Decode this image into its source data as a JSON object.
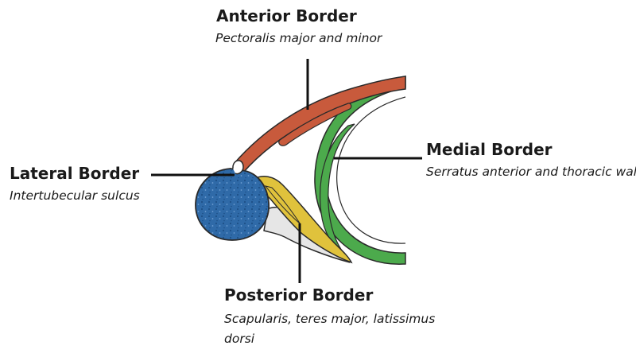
{
  "diagram": {
    "anterior": {
      "title": "Anterior Border",
      "subtitle": "Pectoralis major and minor"
    },
    "medial": {
      "title": "Medial Border",
      "subtitle": "Serratus anterior and thoracic  wall"
    },
    "lateral": {
      "title": "Lateral Border",
      "subtitle": "Intertubecular sulcus"
    },
    "posterior": {
      "title": "Posterior Border",
      "subtitle_line1": "Scapularis, teres major, latissimus",
      "subtitle_line2": "dorsi"
    }
  },
  "colors": {
    "pectoral": "#c85a3c",
    "serratus": "#4caa4c",
    "humerus": "#2f6aa8",
    "scapular": "#e0c23c",
    "scapula_bone": "#e6e6e6",
    "outline": "#2a2a2a"
  }
}
